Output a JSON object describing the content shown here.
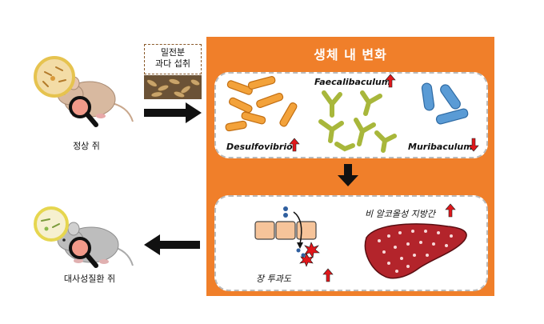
{
  "left": {
    "normal_mouse_label": "정상 쥐",
    "disease_mouse_label": "대사성질환 쥐",
    "wheat_line1": "밀전분",
    "wheat_line2": "과다 섭취"
  },
  "panel": {
    "title": "생체 내 변화",
    "bacteria": {
      "desulfovibrio": "Desulfovibrio",
      "faecalibaculum": "Faecalibaculum",
      "muribaculum": "Muribaculum"
    },
    "liver_label": "비 알코올성 지방간",
    "gut_label": "장 투과도"
  },
  "colors": {
    "panel": "#f07f2a",
    "up_arrow": "#e0171b",
    "down_arrow": "#e0171b",
    "rod_orange": "#f3a23a",
    "y_green": "#a8b73b",
    "rod_blue": "#5a9bd5",
    "liver": "#b3242b"
  }
}
